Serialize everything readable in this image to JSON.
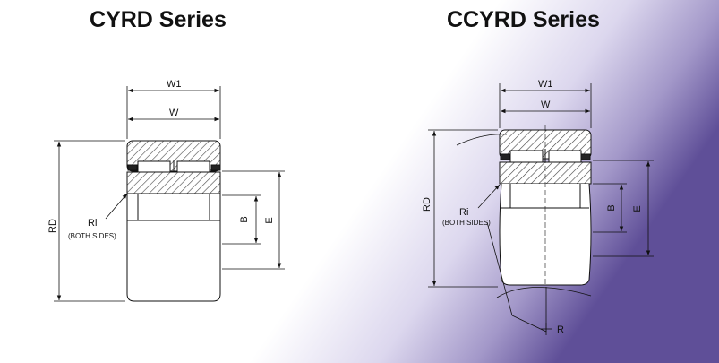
{
  "colors": {
    "gradient_start": "#ffffff",
    "gradient_end": "#5f4f98",
    "line": "#111111",
    "hatch": "#444444"
  },
  "titles": {
    "left": "CYRD Series",
    "right": "CCYRD Series"
  },
  "left": {
    "w1": "W1",
    "w": "W",
    "rd": "RD",
    "ri": "Ri",
    "both_sides": "(BOTH SIDES)",
    "b": "B",
    "e": "E"
  },
  "right": {
    "w1": "W1",
    "w": "W",
    "rd": "RD",
    "ri": "Ri",
    "both_sides": "(BOTH SIDES)",
    "b": "B",
    "e": "E",
    "r": "R"
  }
}
